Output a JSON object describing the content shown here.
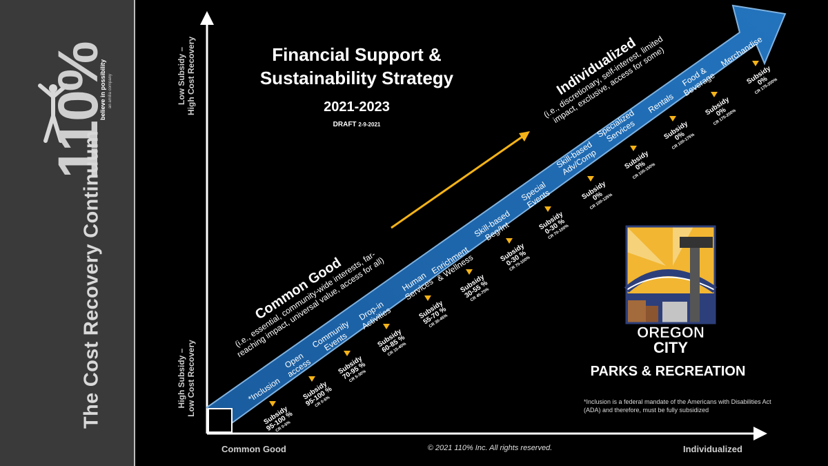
{
  "sidebar": {
    "title": "The Cost Recovery Continuum",
    "logo_number": "110%",
    "logo_tagline": "believe in possibility",
    "logo_company": "an amilia company"
  },
  "header": {
    "title_line1": "Financial Support &",
    "title_line2": "Sustainability Strategy",
    "years": "2021-2023",
    "draft_label": "DRAFT",
    "draft_date": "2-9-2021"
  },
  "axes": {
    "y_top_line1": "Low Subsidy –",
    "y_top_line2": "High Cost Recovery",
    "y_bottom_line1": "High Subsidy –",
    "y_bottom_line2": "Low Cost Recovery",
    "x_left": "Common Good",
    "x_right": "Individualized"
  },
  "common_good": {
    "heading": "Common Good",
    "desc_line1": "(i.e., essential, community-wide interests, far-",
    "desc_line2": "reaching impact, universal value, access for all)"
  },
  "individualized": {
    "heading": "Individualized",
    "desc_line1": "(i.e., discretionary, self-interest, limited",
    "desc_line2": "impact, exclusive, access for some)"
  },
  "categories": [
    {
      "label": "*Inclusion",
      "subsidy_label": "Subsidy",
      "subsidy": "95-100 %",
      "recovery": "CR 0-5%"
    },
    {
      "label": "Open access",
      "subsidy_label": "Subsidy",
      "subsidy": "95-100 %",
      "recovery": "CR 0-5%"
    },
    {
      "label": "Community Events",
      "subsidy_label": "Subsidy",
      "subsidy": "70-95 %",
      "recovery": "CR 5-30%"
    },
    {
      "label": "Drop-in Activities",
      "subsidy_label": "Subsidy",
      "subsidy": "60-85 %",
      "recovery": "CR 15-40%"
    },
    {
      "label": "Human Services",
      "subsidy_label": "Subsidy",
      "subsidy": "55-70 %",
      "recovery": "CR 30-45%"
    },
    {
      "label": "Enrichment & Wellness",
      "subsidy_label": "Subsidy",
      "subsidy": "30-55 %",
      "recovery": "CR 45-70%"
    },
    {
      "label": "Skill-based Beg/Int",
      "subsidy_label": "Subsidy",
      "subsidy": "0-30 %",
      "recovery": "CR 70-100%"
    },
    {
      "label": "Special Events",
      "subsidy_label": "Subsidy",
      "subsidy": "0-30 %",
      "recovery": "CR 70-100%"
    },
    {
      "label": "Skill-based Adv/Comp",
      "subsidy_label": "Subsidy",
      "subsidy": "0%",
      "recovery": "CR 100-125%"
    },
    {
      "label": "Specialized Services",
      "subsidy_label": "Subsidy",
      "subsidy": "0%",
      "recovery": "CR 100-150%"
    },
    {
      "label": "Rentals",
      "subsidy_label": "Subsidy",
      "subsidy": "0%",
      "recovery": "CR 100-175%"
    },
    {
      "label": "Food & Beverage",
      "subsidy_label": "Subsidy",
      "subsidy": "0%",
      "recovery": "CR 175-200%"
    },
    {
      "label": "Merchandise",
      "subsidy_label": "Subsidy",
      "subsidy": "0%",
      "recovery": "CR 175-200%"
    }
  ],
  "brand": {
    "city_line1": "OREGON",
    "city_line2": "CITY",
    "department": "PARKS & RECREATION"
  },
  "footnote": "*Inclusion is a federal mandate of the Americans with Disabilities Act (ADA) and therefore, must be fully subsidized",
  "copyright": "© 2021 110% Inc.  All rights reserved.",
  "colors": {
    "background": "#000000",
    "sidebar": "#3a3a3a",
    "band": "#1f6bb0",
    "band_edge": "#7fb2e0",
    "marker": "#f5b318",
    "axis": "#ffffff",
    "logo_sky": "#f2b632",
    "logo_bridge": "#2d3f7a"
  }
}
